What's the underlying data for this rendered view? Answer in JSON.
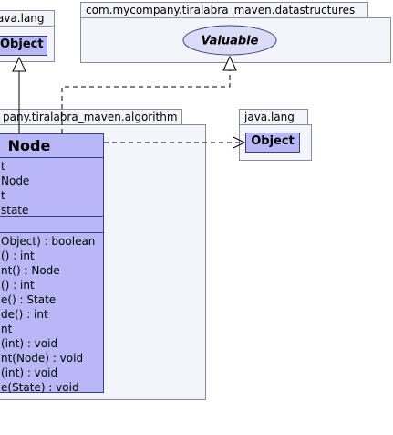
{
  "packages": {
    "java_lang_top": {
      "label": "ava.lang",
      "class_name": "Object"
    },
    "datastructures": {
      "label": "com.mycompany.tiralabra_maven.datastructures",
      "interface_name": "Valuable"
    },
    "algorithm": {
      "label": "pany.tiralabra_maven.algorithm"
    },
    "java_lang_right": {
      "label": "java.lang",
      "class_name": "Object"
    }
  },
  "node": {
    "title": "Node",
    "attributes": [
      "t",
      "Node",
      "t",
      "state"
    ],
    "methods": [
      "Object) : boolean",
      "() : int",
      "nt() : Node",
      "() : int",
      "e() : State",
      "de() : int",
      "nt",
      "(int) : void",
      "nt(Node) : void",
      "(int) : void",
      "e(State) : void"
    ]
  },
  "colors": {
    "class_fill": "#b8b8f6",
    "class_border": "#3c3c8c",
    "package_fill": "#f4f4fb",
    "package_border": "#8a8a9a"
  }
}
